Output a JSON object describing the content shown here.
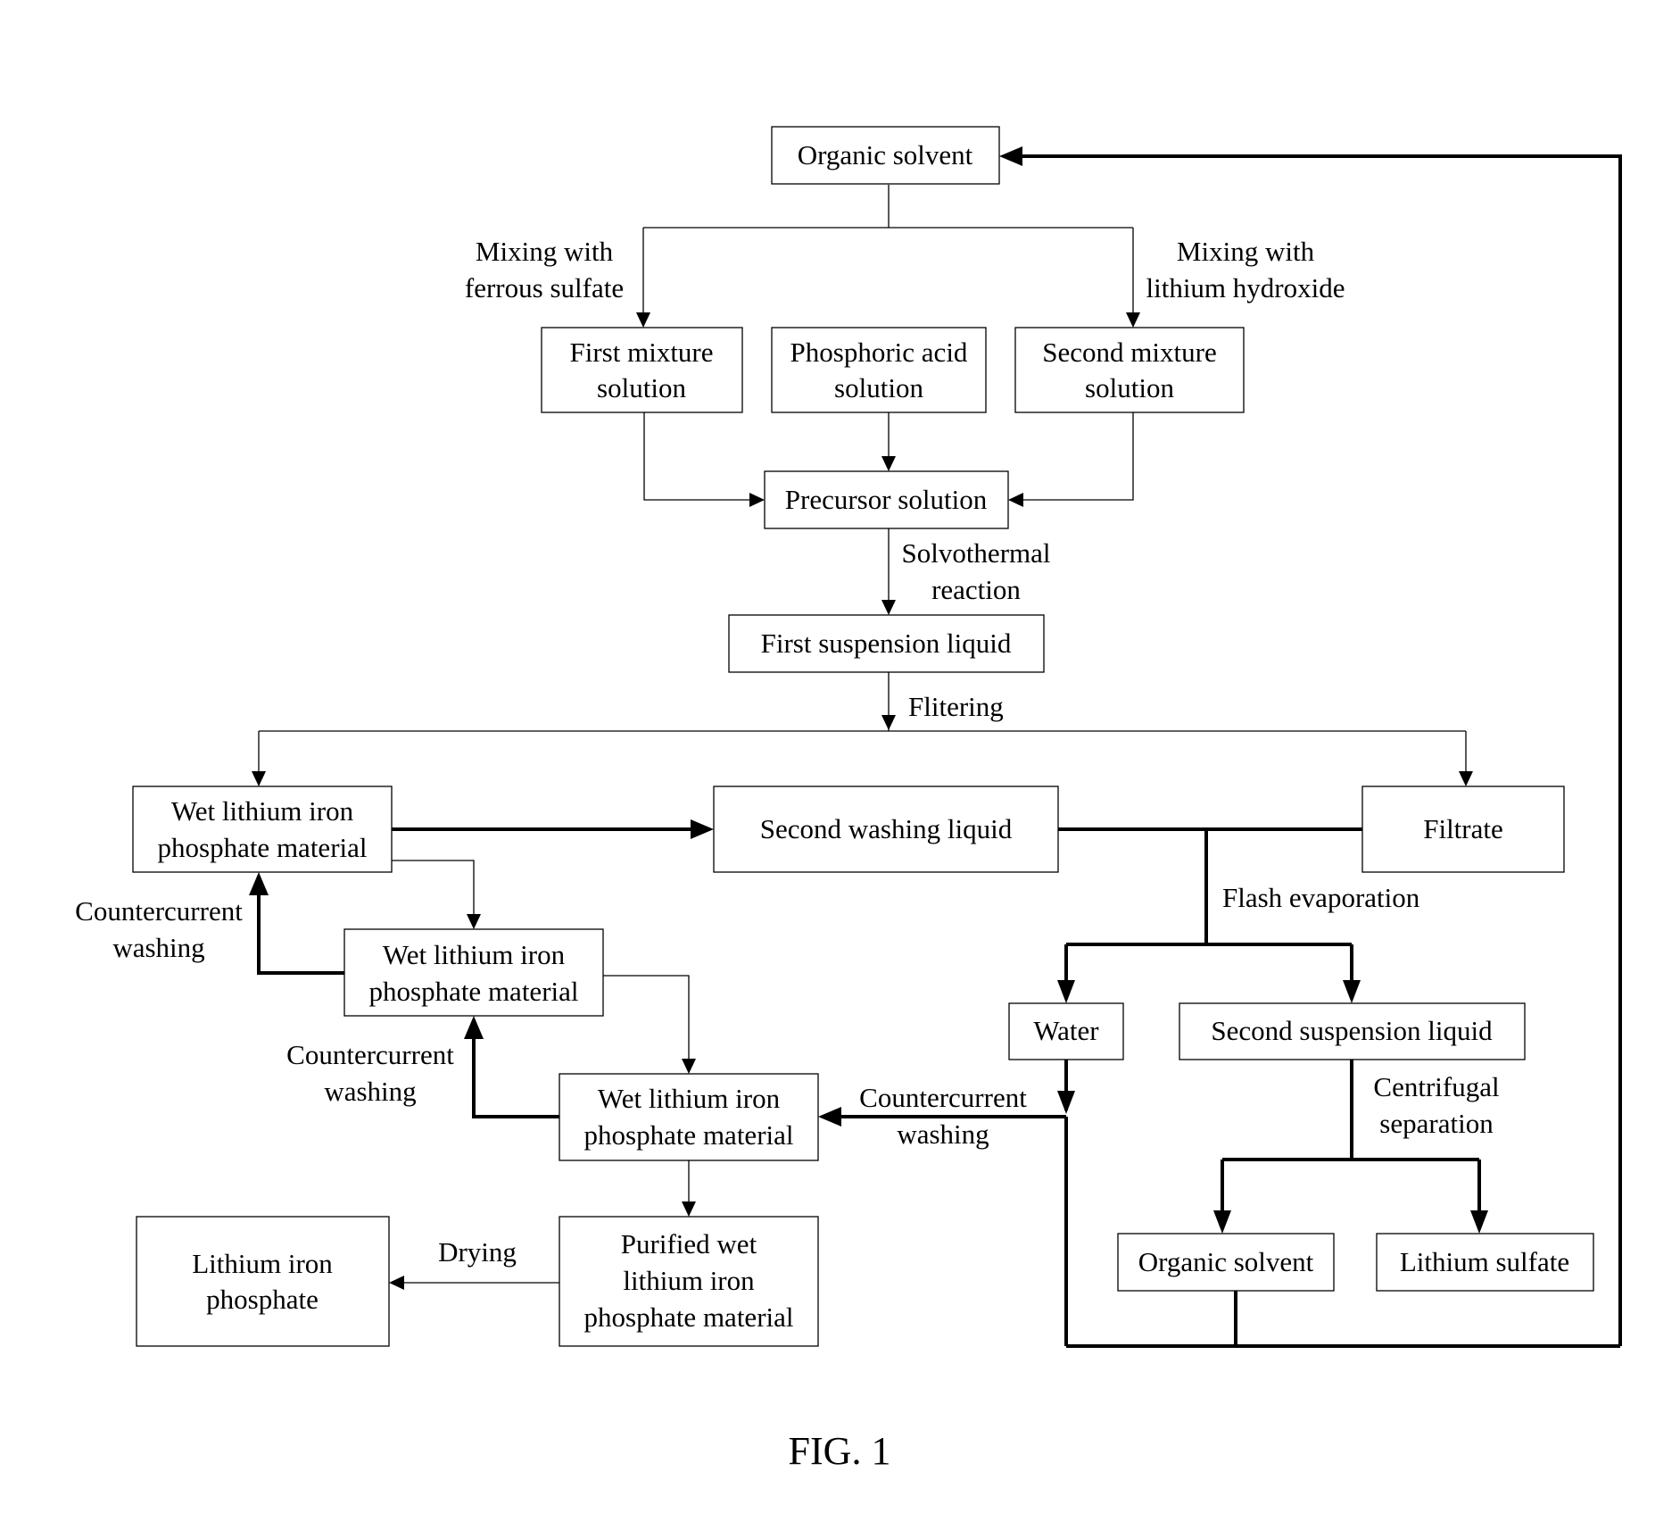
{
  "nodes": {
    "organic_solvent_top": [
      "Organic solvent"
    ],
    "first_mixture": [
      "First mixture",
      "solution"
    ],
    "phosphoric_acid": [
      "Phosphoric acid",
      "solution"
    ],
    "second_mixture": [
      "Second mixture",
      "solution"
    ],
    "precursor": [
      "Precursor solution"
    ],
    "first_suspension": [
      "First suspension liquid"
    ],
    "wet_lfp_1": [
      "Wet lithium iron",
      "phosphate material"
    ],
    "second_washing_liquid": [
      "Second washing liquid"
    ],
    "filtrate": [
      "Filtrate"
    ],
    "wet_lfp_2": [
      "Wet lithium iron",
      "phosphate material"
    ],
    "water": [
      "Water"
    ],
    "second_suspension": [
      "Second suspension liquid"
    ],
    "wet_lfp_3": [
      "Wet lithium iron",
      "phosphate material"
    ],
    "lithium_iron_phosphate": [
      "Lithium iron",
      "phosphate"
    ],
    "purified_wet_lfp": [
      "Purified wet",
      "lithium iron",
      "phosphate material"
    ],
    "organic_solvent_bottom": [
      "Organic solvent"
    ],
    "lithium_sulfate": [
      "Lithium sulfate"
    ]
  },
  "labels": {
    "mixing_ferrous": [
      "Mixing with",
      "ferrous sulfate"
    ],
    "mixing_lithium": [
      "Mixing with",
      "lithium hydroxide"
    ],
    "solvothermal": [
      "Solvothermal",
      "reaction"
    ],
    "filtering": [
      "Flitering"
    ],
    "flash": [
      "Flash evaporation"
    ],
    "countercurrent_1": [
      "Countercurrent",
      "washing"
    ],
    "countercurrent_2": [
      "Countercurrent",
      "washing"
    ],
    "countercurrent_3": [
      "Countercurrent",
      "washing"
    ],
    "centrifugal": [
      "Centrifugal",
      "separation"
    ],
    "drying": [
      "Drying"
    ]
  },
  "caption": "FIG. 1"
}
